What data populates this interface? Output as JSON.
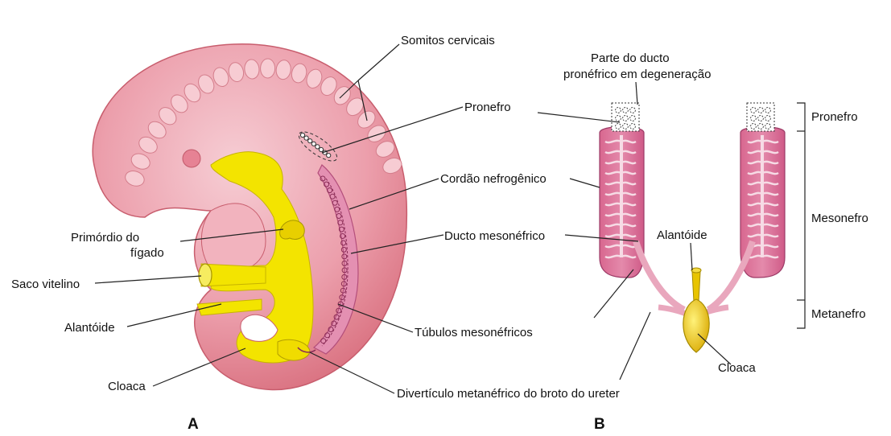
{
  "panel_a": {
    "letter": "A",
    "labels": {
      "somitos": "Somitos cervicais",
      "pronefro": "Pronefro",
      "cordao": "Cordão nefrogênico",
      "ducto": "Ducto mesonéfrico",
      "primordio_1": "Primórdio do",
      "primordio_2": "fígado",
      "saco": "Saco vitelino",
      "alantoide": "Alantóide",
      "tubulos": "Túbulos mesonéfricos",
      "cloaca": "Cloaca",
      "diverticulo": "Divertículo metanéfrico do broto do ureter"
    }
  },
  "panel_b": {
    "letter": "B",
    "labels": {
      "parte_1": "Parte do ducto",
      "parte_2": "pronéfrico em degeneração",
      "alantoide": "Alantóide",
      "cloaca": "Cloaca",
      "pronefro": "Pronefro",
      "mesonefro": "Mesonefro",
      "metanefro": "Metanefro"
    }
  },
  "colors": {
    "embryo": "#e88a98",
    "embryo_light": "#f4c0c8",
    "somite": "#f7c9cf",
    "gut": "#f0e000",
    "kidney": "#cf5d8a",
    "cloaca": "#e6b800"
  }
}
